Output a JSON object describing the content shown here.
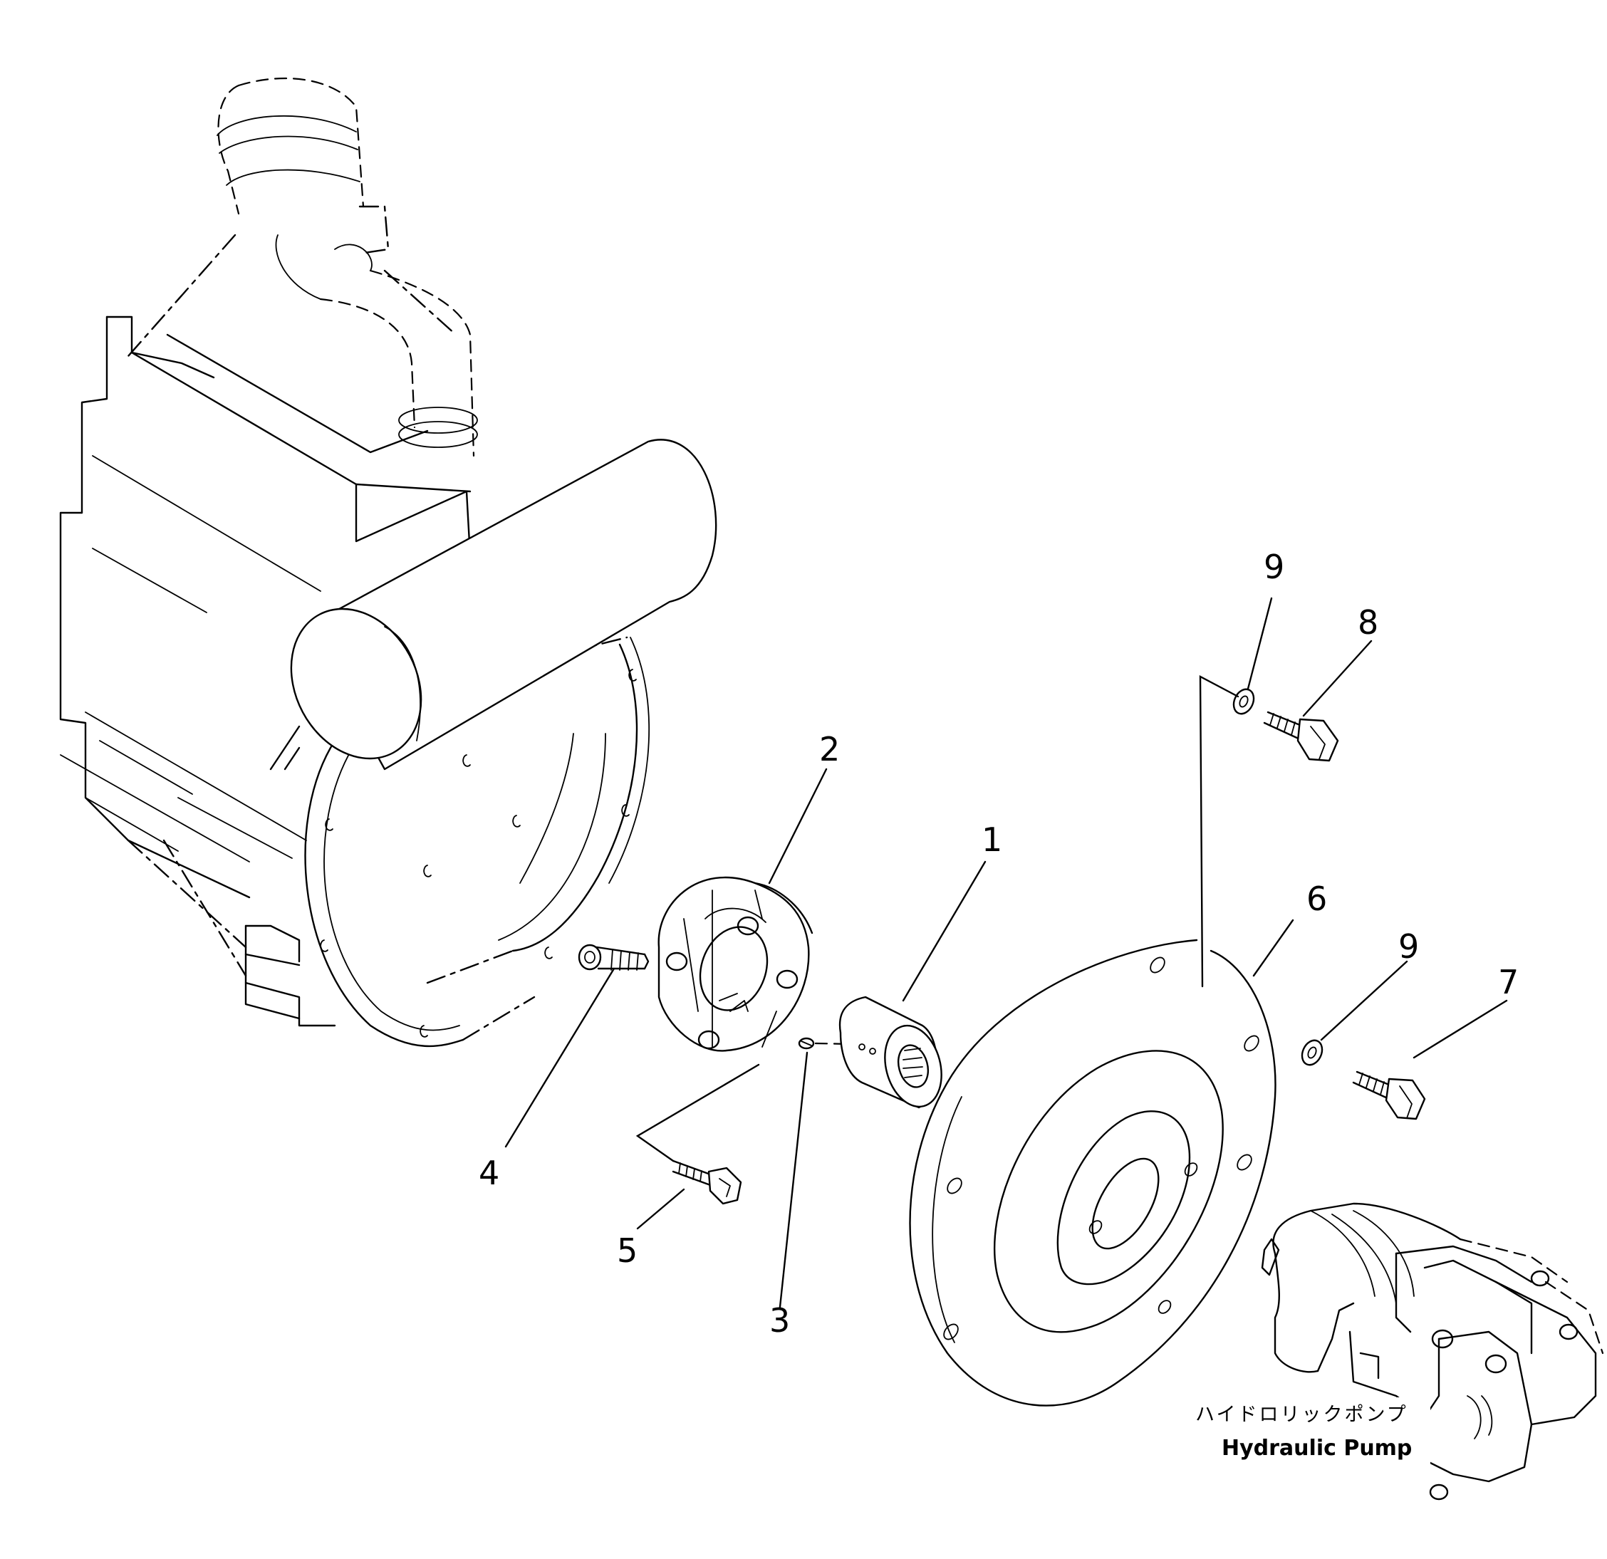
{
  "callouts": {
    "c1": "1",
    "c2": "2",
    "c3": "3",
    "c4": "4",
    "c5": "5",
    "c6": "6",
    "c7": "7",
    "c8": "8",
    "c9a": "9",
    "c9b": "9"
  },
  "pump_label": {
    "japanese": "ハイドロリックポンプ",
    "english": "Hydraulic Pump"
  },
  "colors": {
    "line": "#000000",
    "background": "#ffffff"
  }
}
